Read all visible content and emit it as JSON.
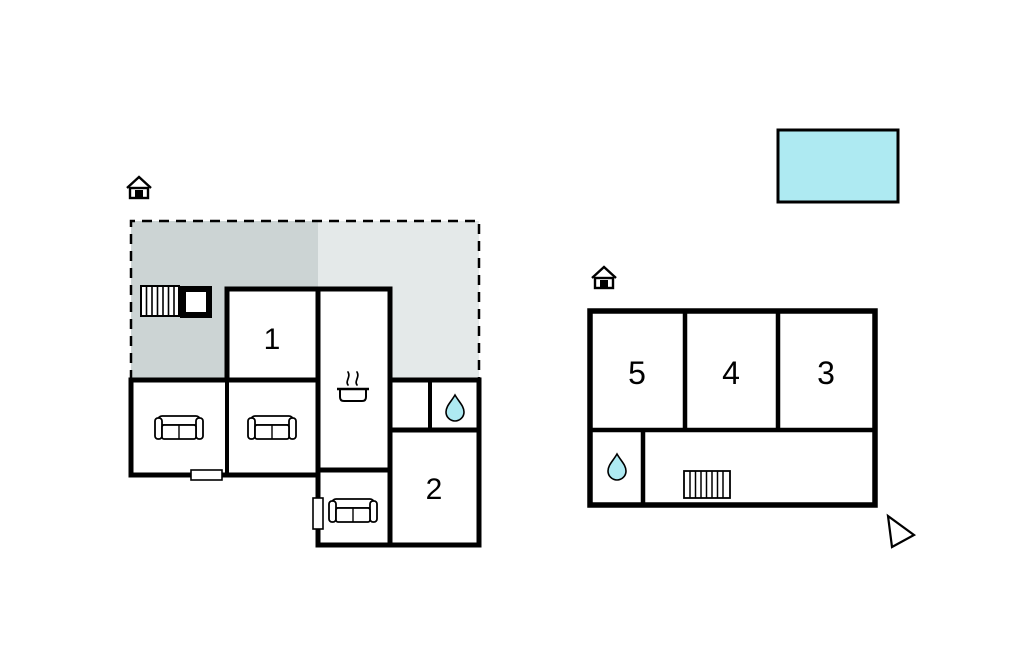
{
  "plan": {
    "rooms": {
      "room1": "1",
      "room2": "2",
      "room3": "3",
      "room4": "4",
      "room5": "5"
    },
    "colors": {
      "background": "#ffffff",
      "wall": "#000000",
      "pool": "#aeeaf2",
      "water_drop": "#aeeaf2",
      "terrace_shaded": "#ccd4d4",
      "terrace_light": "#e4e9e9"
    }
  }
}
